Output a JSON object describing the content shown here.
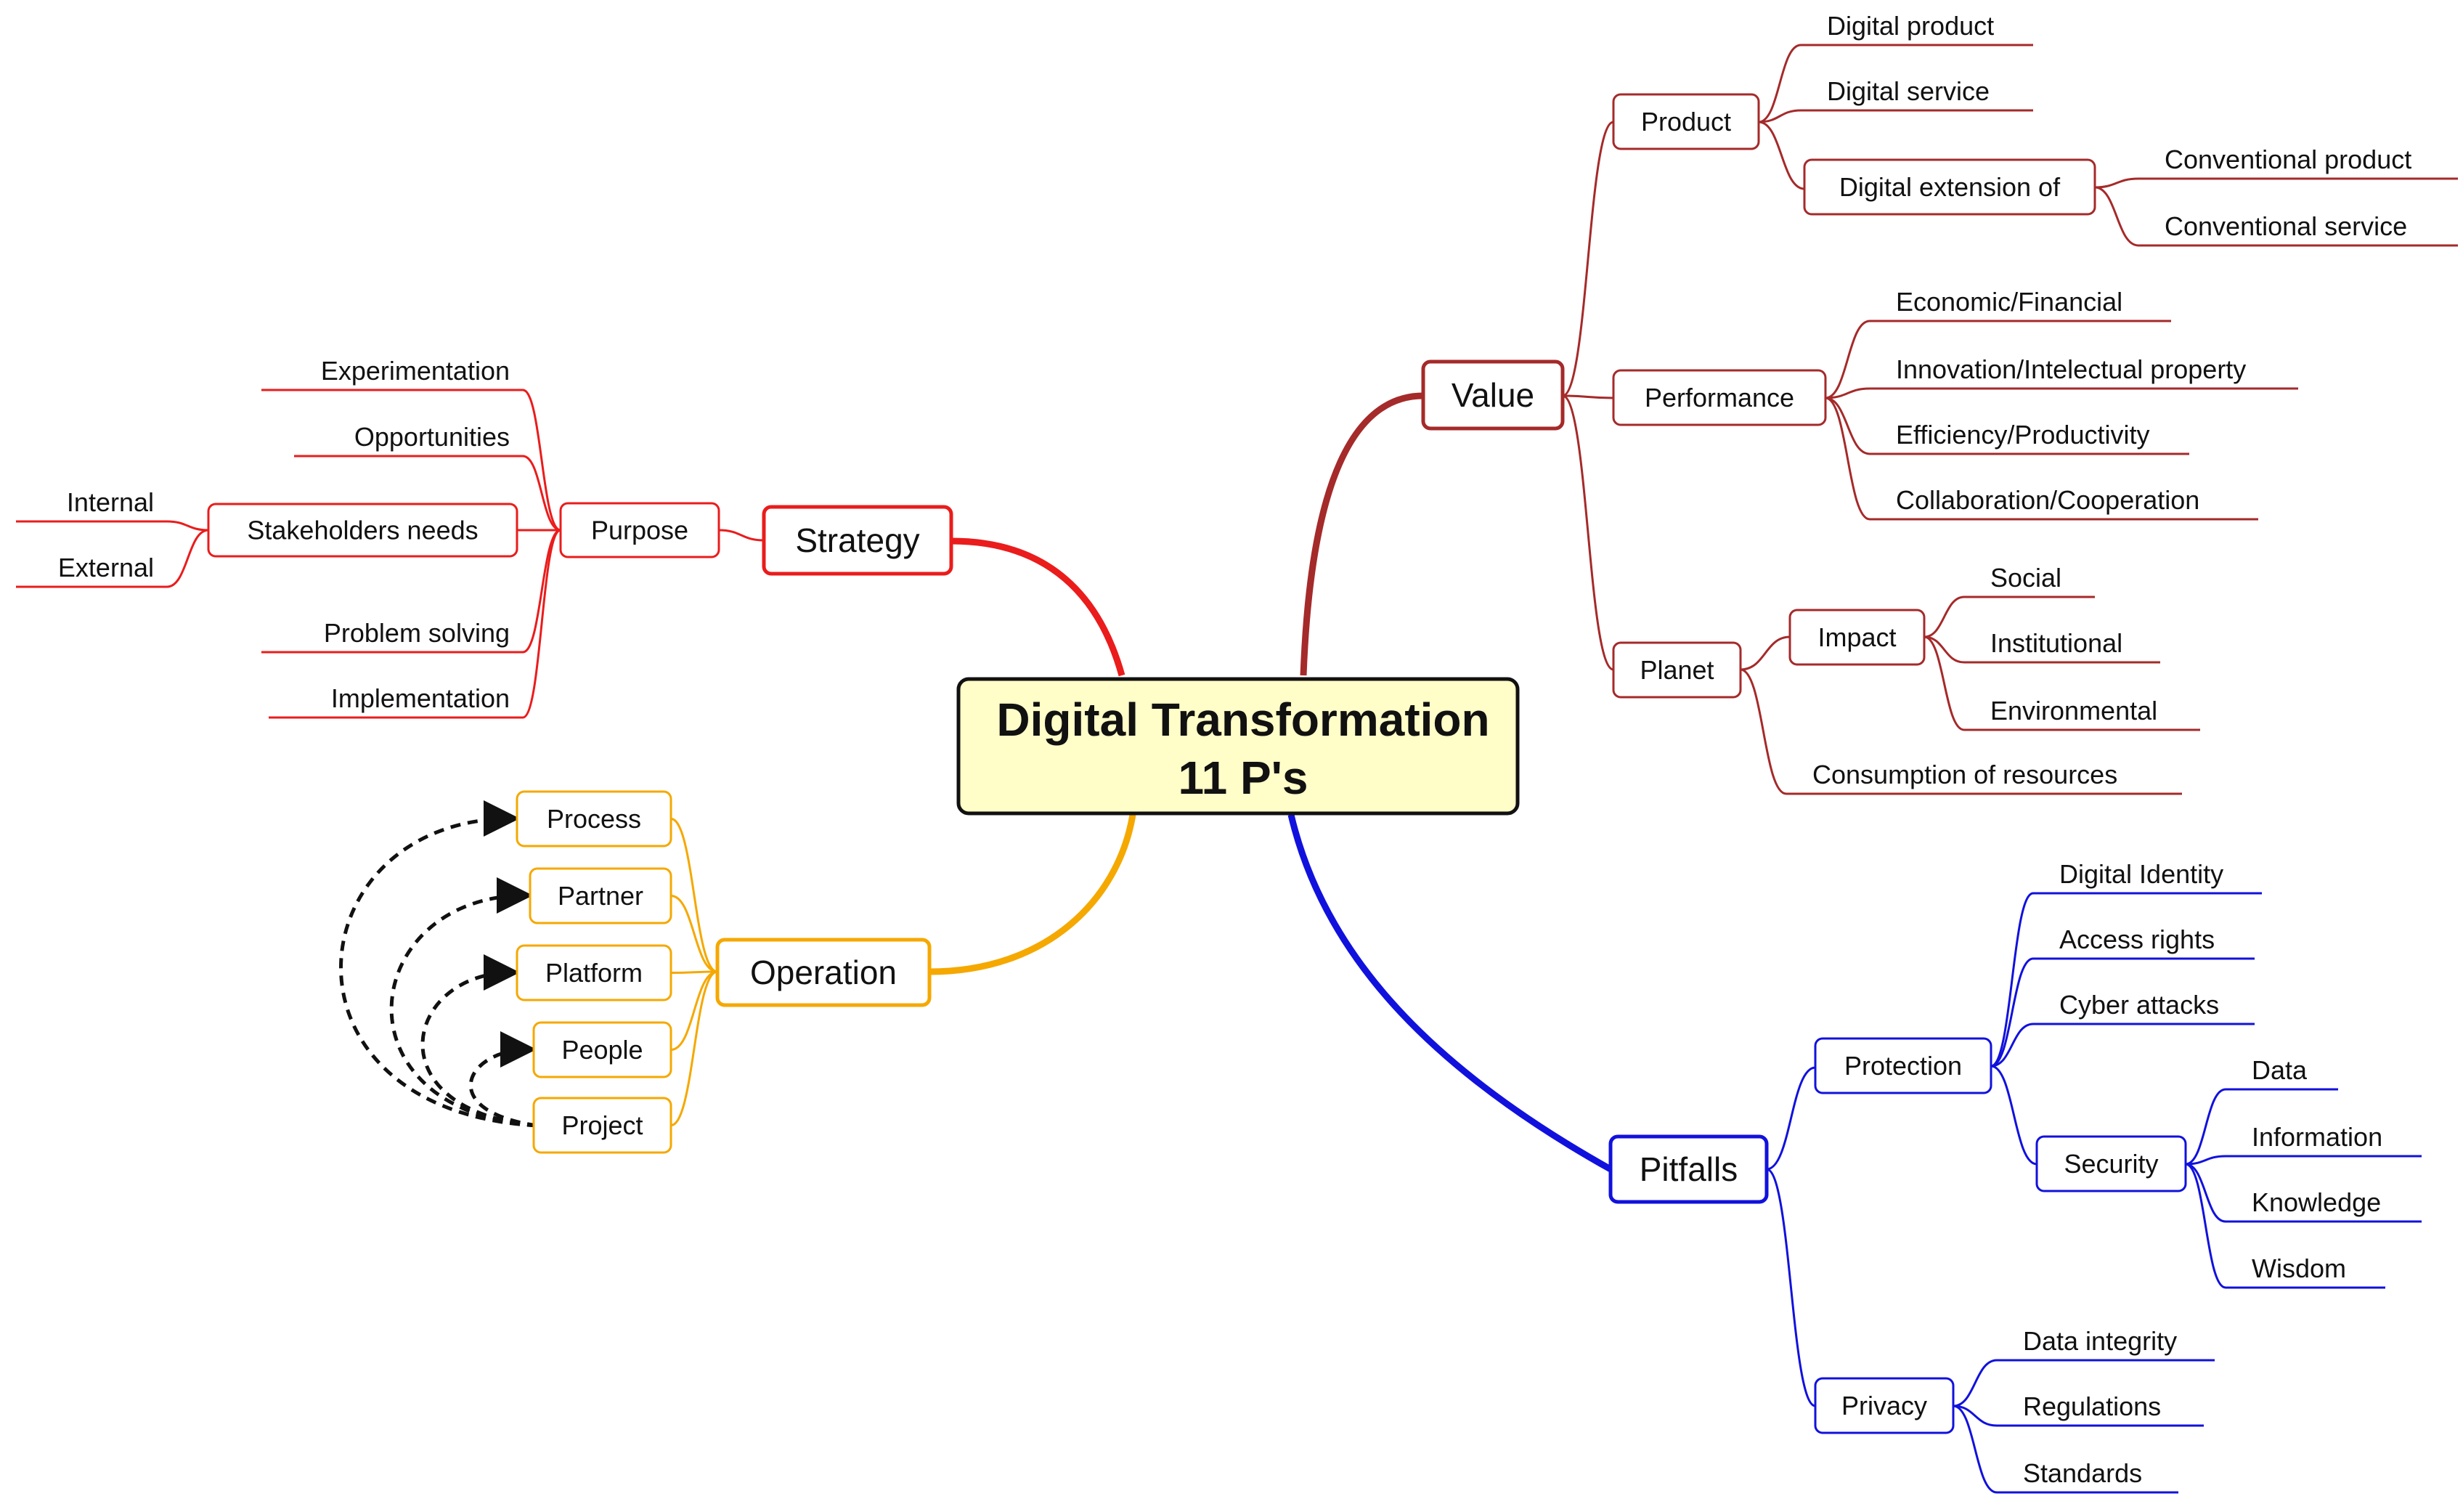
{
  "center": {
    "line1": "Digital Transformation",
    "line2": "11 P's",
    "fill": "#fffdc8",
    "stroke": "#111111"
  },
  "colors": {
    "strategy": "#ea1c1c",
    "value": "#a52a2a",
    "operation": "#f5a800",
    "pitfalls": "#1111dd",
    "dashed": "#111111"
  },
  "strategy": {
    "label": "Strategy",
    "purpose": "Purpose",
    "items": [
      "Experimentation",
      "Opportunities",
      "Stakeholders needs",
      "Problem solving",
      "Implementation"
    ],
    "stakeholders_children": [
      "Internal",
      "External"
    ]
  },
  "value": {
    "label": "Value",
    "product": "Product",
    "product_items": [
      "Digital product",
      "Digital service",
      "Digital extension of"
    ],
    "extension_children": [
      "Conventional product",
      "Conventional service"
    ],
    "performance": "Performance",
    "performance_items": [
      "Economic/Financial",
      "Innovation/Intelectual property",
      "Efficiency/Productivity",
      "Collaboration/Cooperation"
    ],
    "planet": "Planet",
    "impact": "Impact",
    "impact_items": [
      "Social",
      "Institutional",
      "Environmental"
    ],
    "consumption": "Consumption of resources"
  },
  "operation": {
    "label": "Operation",
    "items": [
      "Process",
      "Partner",
      "Platform",
      "People",
      "Project"
    ]
  },
  "pitfalls": {
    "label": "Pitfalls",
    "protection": "Protection",
    "protection_items": [
      "Digital Identity",
      "Access rights",
      "Cyber attacks"
    ],
    "security": "Security",
    "security_items": [
      "Data",
      "Information",
      "Knowledge",
      "Wisdom"
    ],
    "privacy": "Privacy",
    "privacy_items": [
      "Data integrity",
      "Regulations",
      "Standards"
    ]
  }
}
